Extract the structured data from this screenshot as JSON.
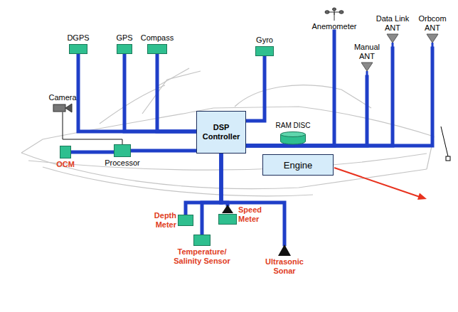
{
  "diagram": {
    "nodes": [
      {
        "text": [
          "DGPS"
        ]
      },
      {
        "text": [
          "GPS"
        ]
      },
      {
        "text": [
          "Compass"
        ]
      },
      {
        "text": [
          "Gyro"
        ]
      },
      {
        "text": [
          "Anemometer"
        ]
      },
      {
        "text": [
          "Manual ANT"
        ]
      },
      {
        "text": [
          "Data Link ANT"
        ]
      },
      {
        "text": [
          "Orbcom ANT"
        ]
      },
      {
        "text": [
          "Camera"
        ]
      },
      {
        "text": [
          "RAM DISC"
        ]
      },
      {
        "text": [
          "DSP Controller"
        ]
      },
      {
        "text": [
          "OCM"
        ]
      },
      {
        "text": [
          "Processor"
        ]
      },
      {
        "text": [
          "Engine"
        ]
      },
      {
        "text": [
          "Depth Meter"
        ]
      },
      {
        "text": [
          "Speed Meter"
        ]
      },
      {
        "text": [
          "Temperature/ Salinity Sensor"
        ]
      },
      {
        "text": [
          "Ultrasonic Sonar"
        ]
      }
    ],
    "edges": [
      {
        "from": 0,
        "to": 10,
        "arrow": "none"
      },
      {
        "from": 1,
        "to": 10,
        "arrow": "none"
      },
      {
        "from": 2,
        "to": 10,
        "arrow": "none"
      },
      {
        "from": 3,
        "to": 10,
        "arrow": "none"
      },
      {
        "from": 4,
        "to": 10,
        "arrow": "none"
      },
      {
        "from": 5,
        "to": 10,
        "arrow": "none"
      },
      {
        "from": 6,
        "to": 10,
        "arrow": "none"
      },
      {
        "from": 7,
        "to": 10,
        "arrow": "none"
      },
      {
        "from": 9,
        "to": 10,
        "arrow": "none"
      },
      {
        "from": 8,
        "to": 12,
        "arrow": "none"
      },
      {
        "from": 11,
        "to": 12,
        "arrow": "none"
      },
      {
        "from": 12,
        "to": 10,
        "arrow": "none"
      },
      {
        "from": 14,
        "to": 10,
        "arrow": "none"
      },
      {
        "from": 15,
        "to": 10,
        "arrow": "none"
      },
      {
        "from": 16,
        "to": 10,
        "arrow": "none"
      },
      {
        "from": 17,
        "to": 10,
        "arrow": "none"
      }
    ]
  }
}
